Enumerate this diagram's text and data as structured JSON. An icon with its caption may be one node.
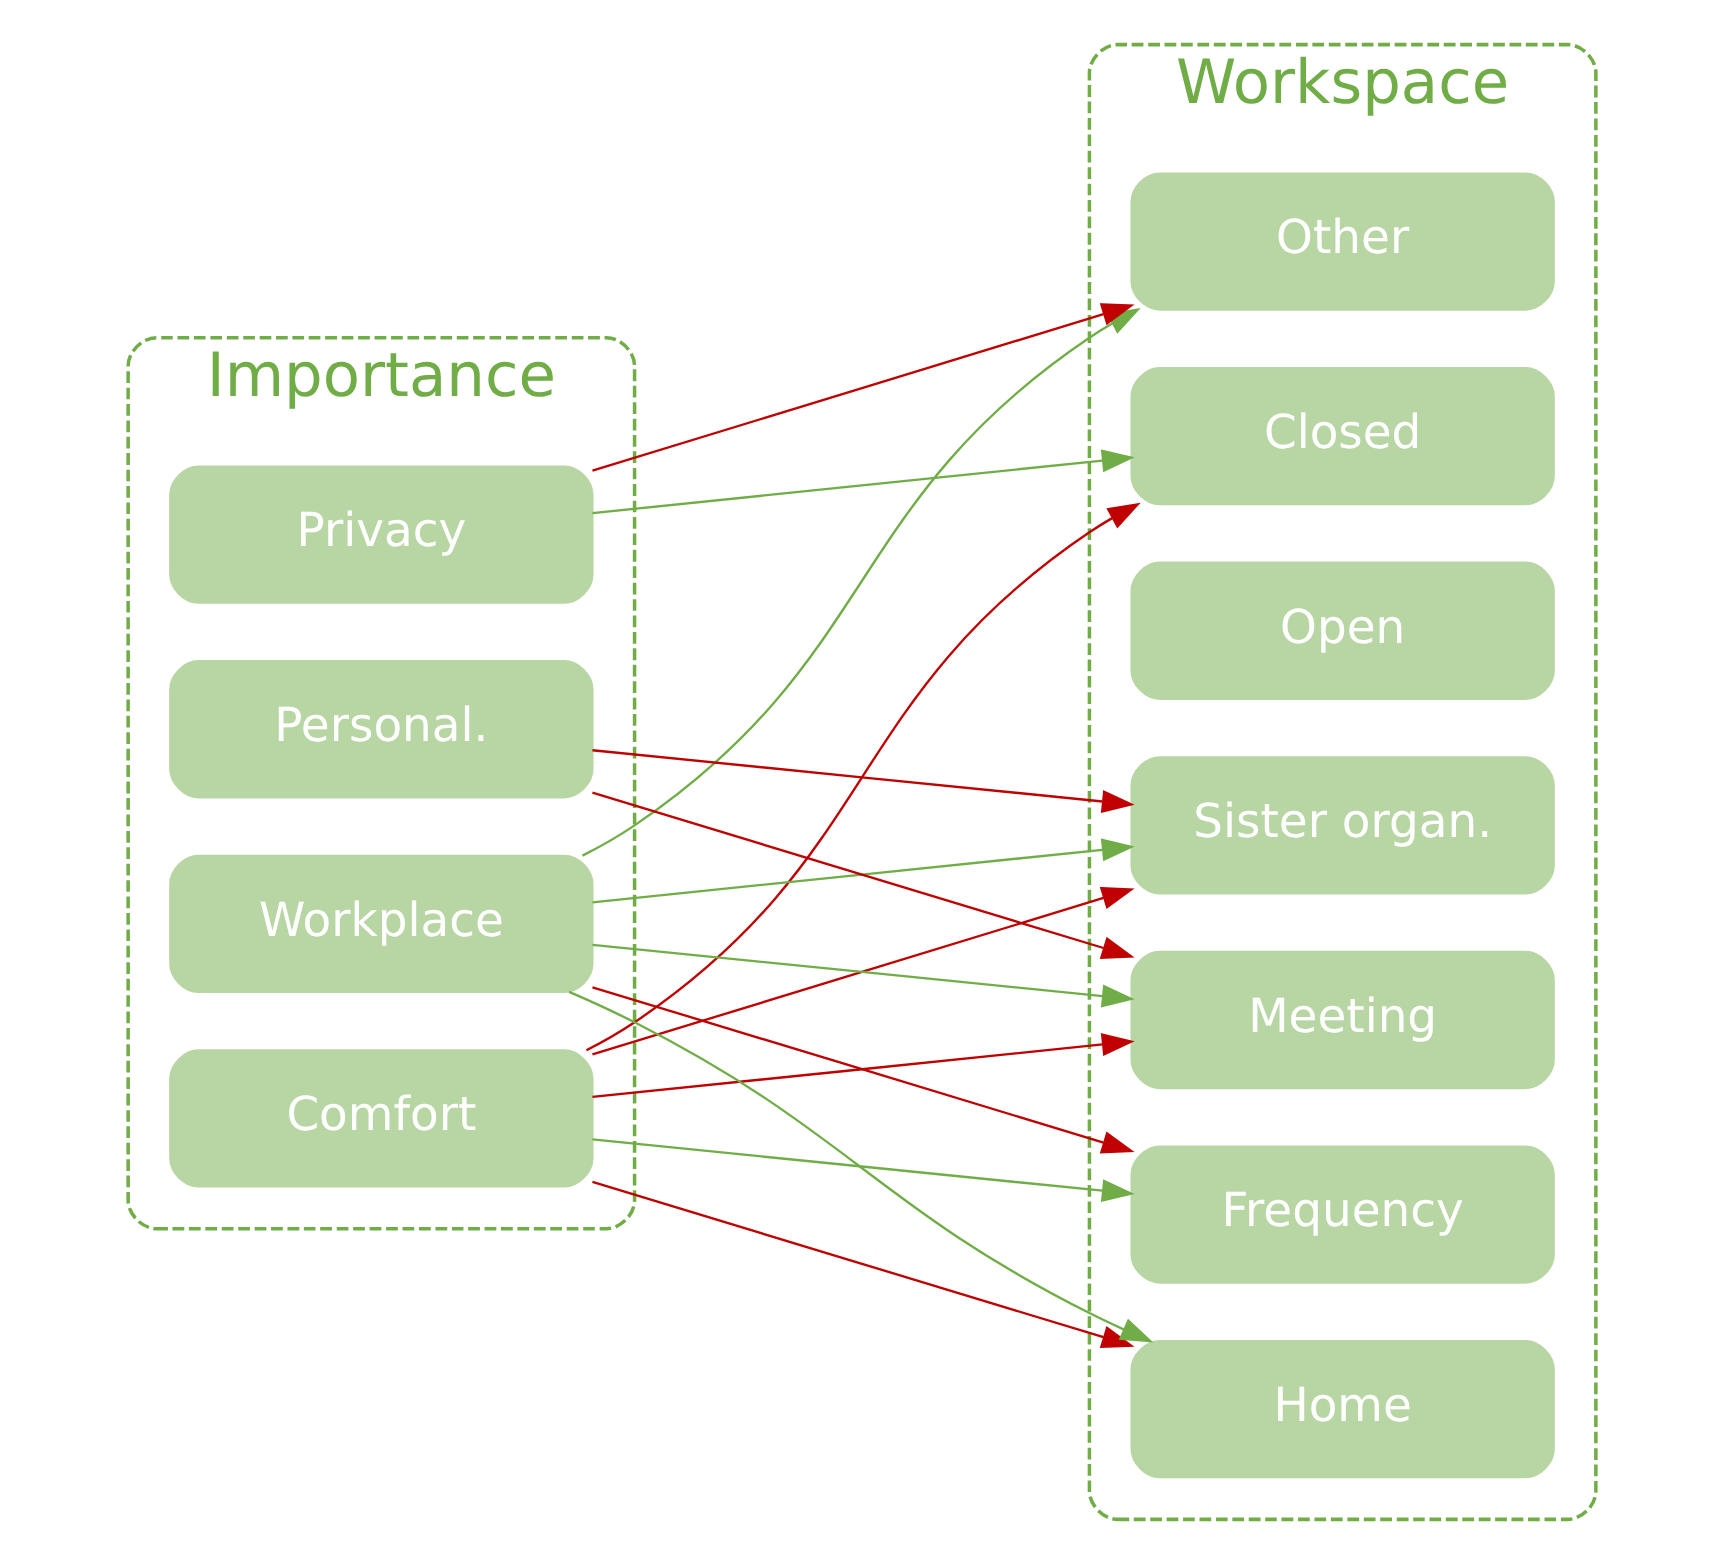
{
  "diagram": {
    "nodes": [
      {
        "text": [
          "Importance"
        ]
      },
      {
        "text": [
          "Comfort"
        ],
        "in": 0
      },
      {
        "text": [
          "Workplace"
        ],
        "in": 0
      },
      {
        "text": [
          "Personal."
        ],
        "in": 0
      },
      {
        "text": [
          "Privacy"
        ],
        "in": 0
      },
      {
        "text": [
          "Workspace"
        ]
      },
      {
        "text": [
          "Open"
        ],
        "in": 5
      },
      {
        "text": [
          "Closed"
        ],
        "in": 5
      },
      {
        "text": [
          "Meeting"
        ],
        "in": 5
      },
      {
        "text": [
          "Other"
        ],
        "in": 5
      },
      {
        "text": [
          "Sister organ."
        ],
        "in": 5
      },
      {
        "text": [
          "Home"
        ],
        "in": 5
      },
      {
        "text": [
          "Frequency"
        ],
        "in": 5
      }
    ],
    "edges": [
      {
        "from": 1,
        "to": 7,
        "arrow": "to"
      },
      {
        "from": 1,
        "to": 8,
        "arrow": "to"
      },
      {
        "from": 1,
        "to": 10,
        "arrow": "to"
      },
      {
        "from": 1,
        "to": 11,
        "arrow": "to"
      },
      {
        "from": 1,
        "to": 12,
        "arrow": "to",
        "color": "#70ad47"
      },
      {
        "from": 2,
        "to": 8,
        "arrow": "to",
        "color": "#70ad47"
      },
      {
        "from": 2,
        "to": 9,
        "arrow": "to",
        "color": "#70ad47"
      },
      {
        "from": 2,
        "to": 10,
        "arrow": "to",
        "color": "#70ad47"
      },
      {
        "from": 2,
        "to": 11,
        "arrow": "to",
        "color": "#70ad47"
      },
      {
        "from": 2,
        "to": 12,
        "arrow": "to"
      },
      {
        "from": 3,
        "to": 8,
        "arrow": "to"
      },
      {
        "from": 3,
        "to": 10,
        "arrow": "to"
      },
      {
        "from": 4,
        "to": 7,
        "arrow": "to",
        "color": "#70ad47"
      },
      {
        "from": 4,
        "to": 9,
        "arrow": "to"
      }
    ]
  }
}
